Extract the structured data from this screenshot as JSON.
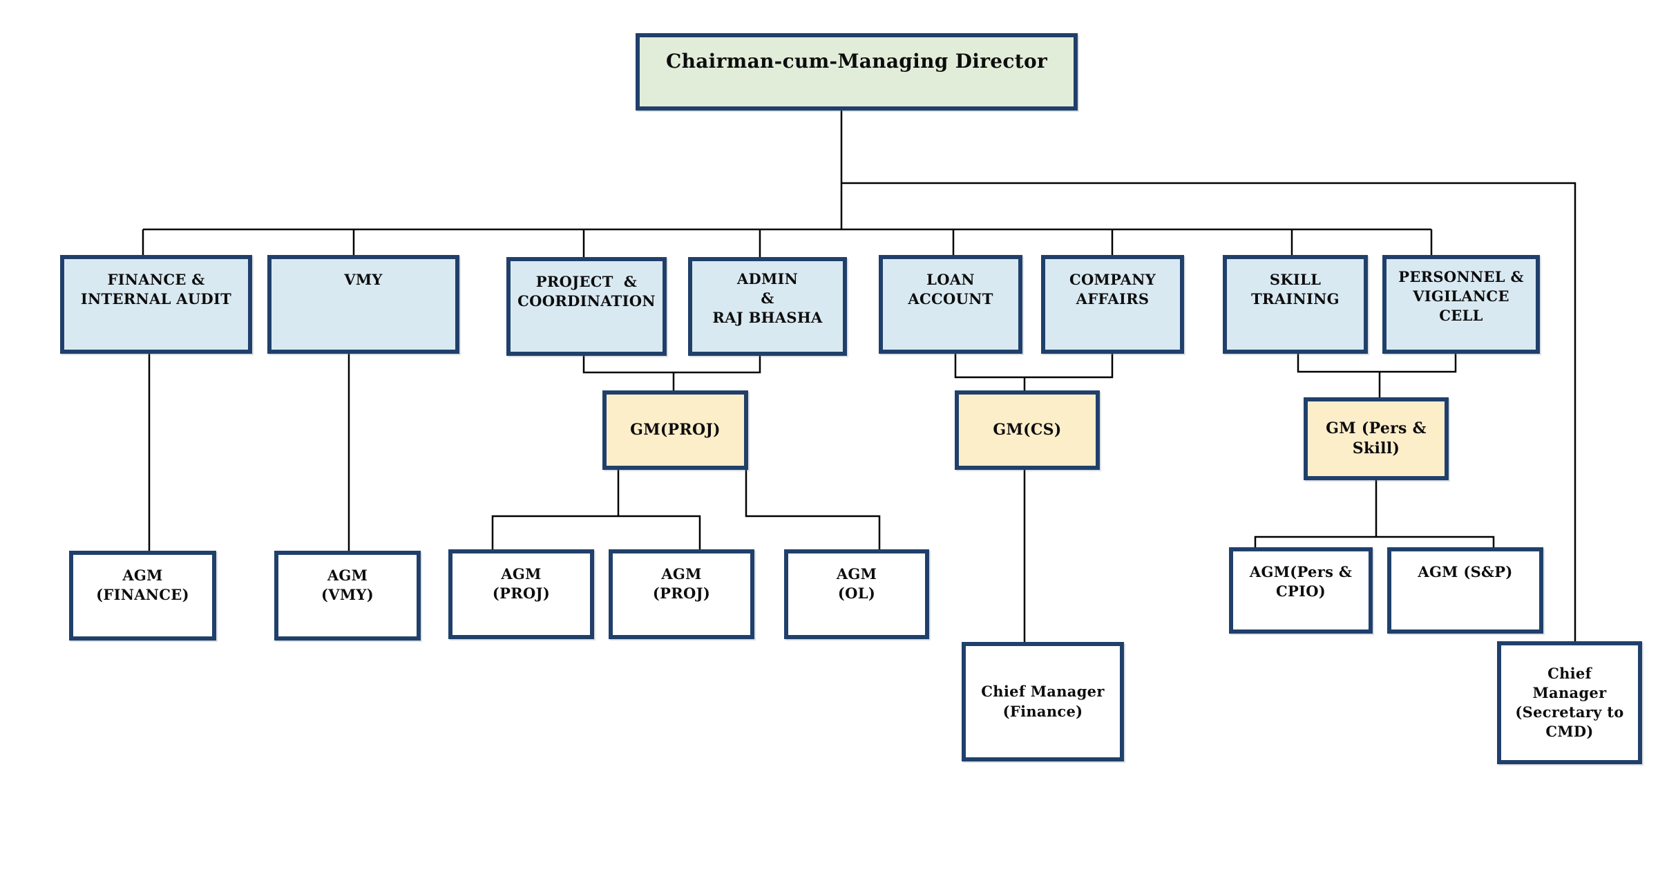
{
  "colors": {
    "border_navy": "#20406b",
    "fill_green": "#e2edd9",
    "fill_blue": "#d9e9f2",
    "fill_yellow": "#fdeeca",
    "fill_white": "#ffffff",
    "line_black": "#000000"
  },
  "nodes": {
    "cmd": {
      "label": "Chairman-cum-Managing Director",
      "level": "top"
    },
    "finance": {
      "label": "FINANCE &\nINTERNAL AUDIT",
      "level": "department"
    },
    "vmy": {
      "label": "VMY",
      "level": "department"
    },
    "project": {
      "label": "PROJECT  &\nCOORDINATION",
      "level": "department"
    },
    "admin": {
      "label": "ADMIN\n&\nRAJ BHASHA",
      "level": "department"
    },
    "loan": {
      "label": "LOAN\nACCOUNT",
      "level": "department"
    },
    "company": {
      "label": "COMPANY\nAFFAIRS",
      "level": "department"
    },
    "skill": {
      "label": "SKILL\nTRAINING",
      "level": "department"
    },
    "personnel": {
      "label": "PERSONNEL &\nVIGILANCE\nCELL",
      "level": "department"
    },
    "gmproj": {
      "label": "GM(PROJ)",
      "level": "general-manager"
    },
    "gmcs": {
      "label": "GM(CS)",
      "level": "general-manager"
    },
    "gmpers": {
      "label": "GM (Pers &\nSkill)",
      "level": "general-manager"
    },
    "agmfin": {
      "label": "AGM\n(FINANCE)",
      "level": "agm"
    },
    "agmvmy": {
      "label": "AGM\n(VMY)",
      "level": "agm"
    },
    "agmproj1": {
      "label": "AGM\n(PROJ)",
      "level": "agm"
    },
    "agmproj2": {
      "label": "AGM\n(PROJ)",
      "level": "agm"
    },
    "agmol": {
      "label": "AGM\n(OL)",
      "level": "agm"
    },
    "agmpers": {
      "label": "AGM(Pers &\nCPIO)",
      "level": "agm"
    },
    "agmsp": {
      "label": "AGM (S&P)",
      "level": "agm"
    },
    "cmfin": {
      "label": "Chief Manager\n(Finance)",
      "level": "chief-manager"
    },
    "cmsec": {
      "label": "Chief\nManager\n(Secretary to\nCMD)",
      "level": "chief-manager"
    }
  },
  "edges": [
    {
      "from": "cmd",
      "to": "finance"
    },
    {
      "from": "cmd",
      "to": "vmy"
    },
    {
      "from": "cmd",
      "to": "project"
    },
    {
      "from": "cmd",
      "to": "admin"
    },
    {
      "from": "cmd",
      "to": "loan"
    },
    {
      "from": "cmd",
      "to": "company"
    },
    {
      "from": "cmd",
      "to": "skill"
    },
    {
      "from": "cmd",
      "to": "personnel"
    },
    {
      "from": "cmd",
      "to": "cmsec"
    },
    {
      "from": "finance",
      "to": "agmfin"
    },
    {
      "from": "vmy",
      "to": "agmvmy"
    },
    {
      "from": "project",
      "to": "gmproj"
    },
    {
      "from": "admin",
      "to": "gmproj"
    },
    {
      "from": "gmproj",
      "to": "agmproj1"
    },
    {
      "from": "gmproj",
      "to": "agmproj2"
    },
    {
      "from": "gmproj",
      "to": "agmol"
    },
    {
      "from": "loan",
      "to": "gmcs"
    },
    {
      "from": "company",
      "to": "gmcs"
    },
    {
      "from": "gmcs",
      "to": "cmfin"
    },
    {
      "from": "skill",
      "to": "gmpers"
    },
    {
      "from": "personnel",
      "to": "gmpers"
    },
    {
      "from": "gmpers",
      "to": "agmpers"
    },
    {
      "from": "gmpers",
      "to": "agmsp"
    }
  ]
}
